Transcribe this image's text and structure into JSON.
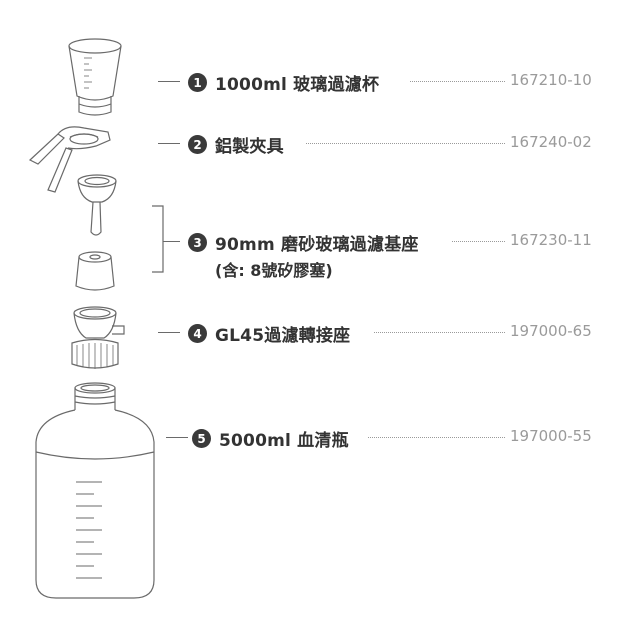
{
  "items": [
    {
      "number": "1",
      "name": "1000ml 玻璃過濾杯",
      "code": "167210-10",
      "icon": "funnel-cup-icon"
    },
    {
      "number": "2",
      "name": "鋁製夾具",
      "code": "167240-02",
      "icon": "aluminum-clamp-icon"
    },
    {
      "number": "3",
      "name": "90mm 磨砂玻璃過濾基座",
      "sub": "(含: 8號矽膠塞)",
      "code": "167230-11",
      "icon": "frit-base-icon"
    },
    {
      "number": "4",
      "name": "GL45過濾轉接座",
      "code": "197000-65",
      "icon": "gl45-adapter-icon"
    },
    {
      "number": "5",
      "name": "5000ml 血清瓶",
      "code": "197000-55",
      "icon": "serum-bottle-icon"
    }
  ],
  "colors": {
    "line": "#6a6a6a",
    "text": "#333333",
    "code": "#9a9a9a",
    "badge": "#3a3a3a"
  }
}
